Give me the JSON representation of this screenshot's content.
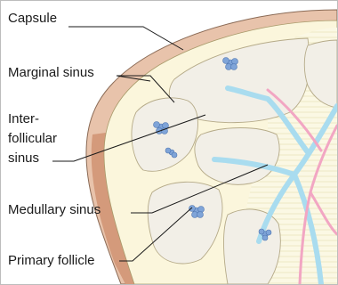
{
  "labels": {
    "capsule": "Capsule",
    "marginal_sinus": "Marginal sinus",
    "interfollicular_line1": "Inter-",
    "interfollicular_line2": "follicular",
    "interfollicular_line3": "sinus",
    "medullary_sinus": "Medullary sinus",
    "primary_follicle": "Primary follicle"
  },
  "colors": {
    "capsule_fill": "#e6bfa6",
    "capsule_dark": "#c8876a",
    "sinus_fill": "#fbf6dc",
    "cortex_fill": "#f2efe7",
    "follicle_blue": "#7fa4d8",
    "vessel_blue": "#a9dcef",
    "vessel_pink": "#f2a6c3",
    "leader_line": "#1a1a1a"
  }
}
